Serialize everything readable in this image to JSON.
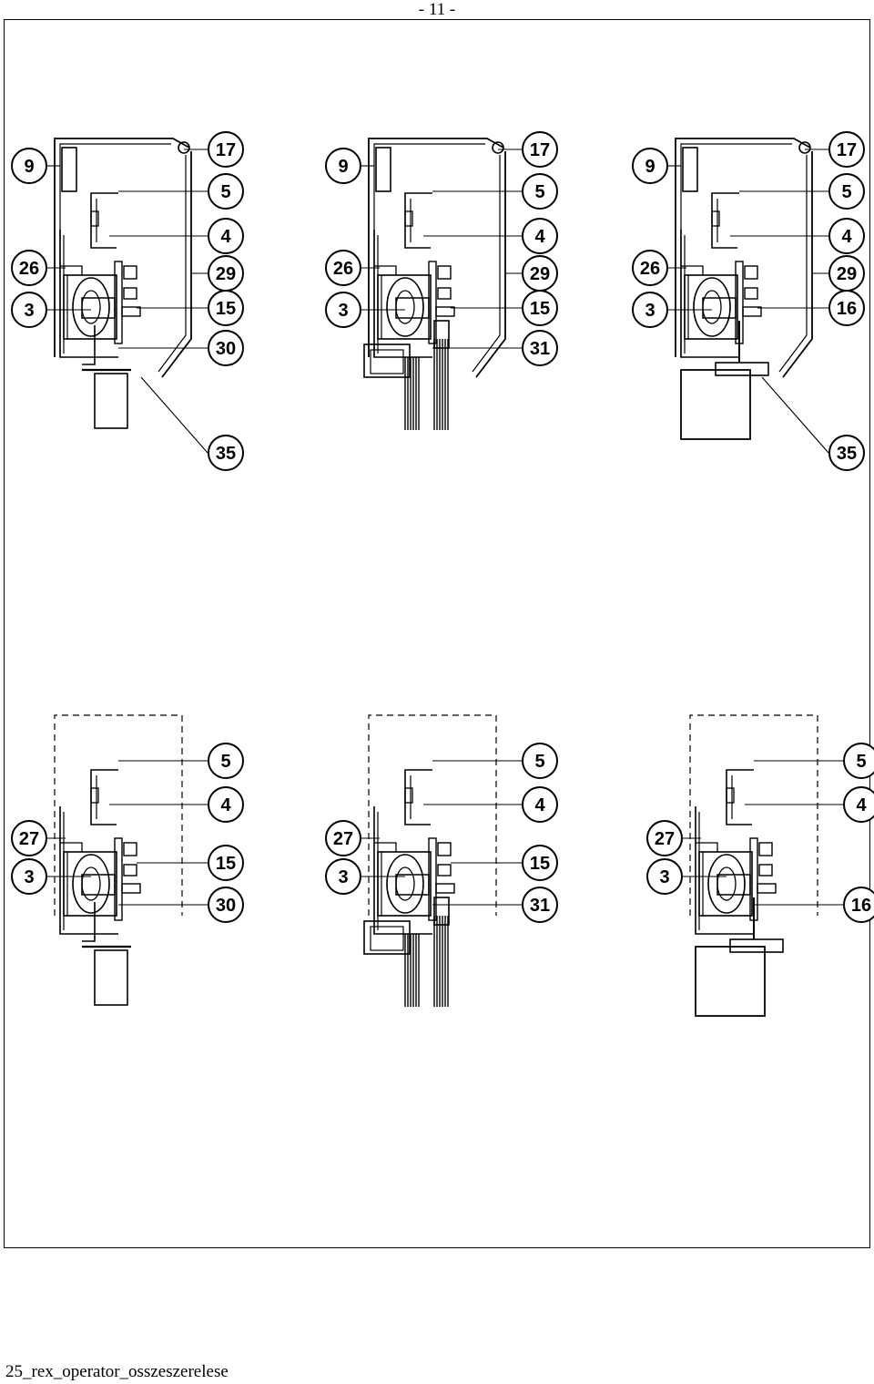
{
  "page_number": "- 11 -",
  "footer": "25_rex_operator_osszeszerelese",
  "views": [
    {
      "id": "A",
      "labels": {
        "l1": "9",
        "l2": "26",
        "l3": "3",
        "r1": "17",
        "r2": "5",
        "r3": "4",
        "r4": "29",
        "r5": "15",
        "r6": "30",
        "b": "35"
      }
    },
    {
      "id": "B",
      "labels": {
        "l1": "9",
        "l2": "26",
        "l3": "3",
        "r1": "17",
        "r2": "5",
        "r3": "4",
        "r4": "29",
        "r5": "15",
        "r6": "31"
      }
    },
    {
      "id": "C",
      "labels": {
        "l1": "9",
        "l2": "26",
        "l3": "3",
        "r1": "17",
        "r2": "5",
        "r3": "4",
        "r4": "29",
        "r5": "16",
        "b": "35"
      }
    },
    {
      "id": "D",
      "labels": {
        "l2": "27",
        "l3": "3",
        "r2": "5",
        "r3": "4",
        "r5": "15",
        "r6": "30"
      }
    },
    {
      "id": "E",
      "labels": {
        "l2": "27",
        "l3": "3",
        "r2": "5",
        "r3": "4",
        "r5": "15",
        "r6": "31"
      }
    },
    {
      "id": "F",
      "labels": {
        "l2": "27",
        "l3": "3",
        "r2": "5",
        "r3": "4",
        "r6": "16"
      }
    }
  ]
}
